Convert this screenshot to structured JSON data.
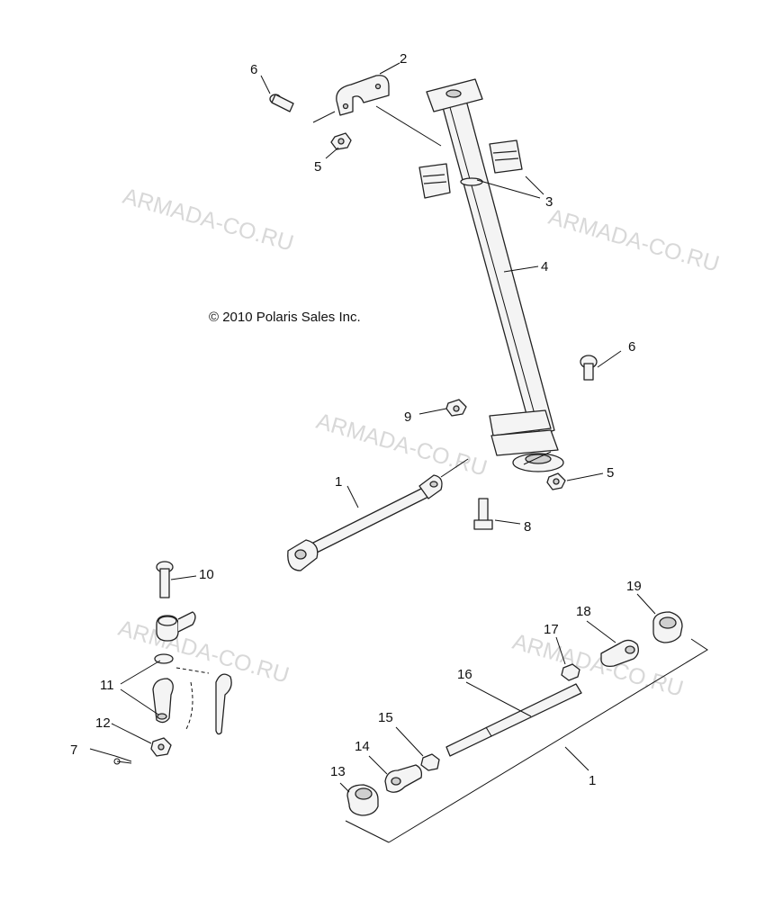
{
  "copyright": "© 2010 Polaris Sales Inc.",
  "watermark": "ARMADA-CO.RU",
  "callouts": {
    "c1a": "1",
    "c1b": "1",
    "c2": "2",
    "c3": "3",
    "c4": "4",
    "c5a": "5",
    "c5b": "5",
    "c6a": "6",
    "c6b": "6",
    "c7": "7",
    "c8": "8",
    "c9": "9",
    "c10": "10",
    "c11": "11",
    "c12": "12",
    "c13": "13",
    "c14": "14",
    "c15": "15",
    "c16": "16",
    "c17": "17",
    "c18": "18",
    "c19": "19"
  }
}
